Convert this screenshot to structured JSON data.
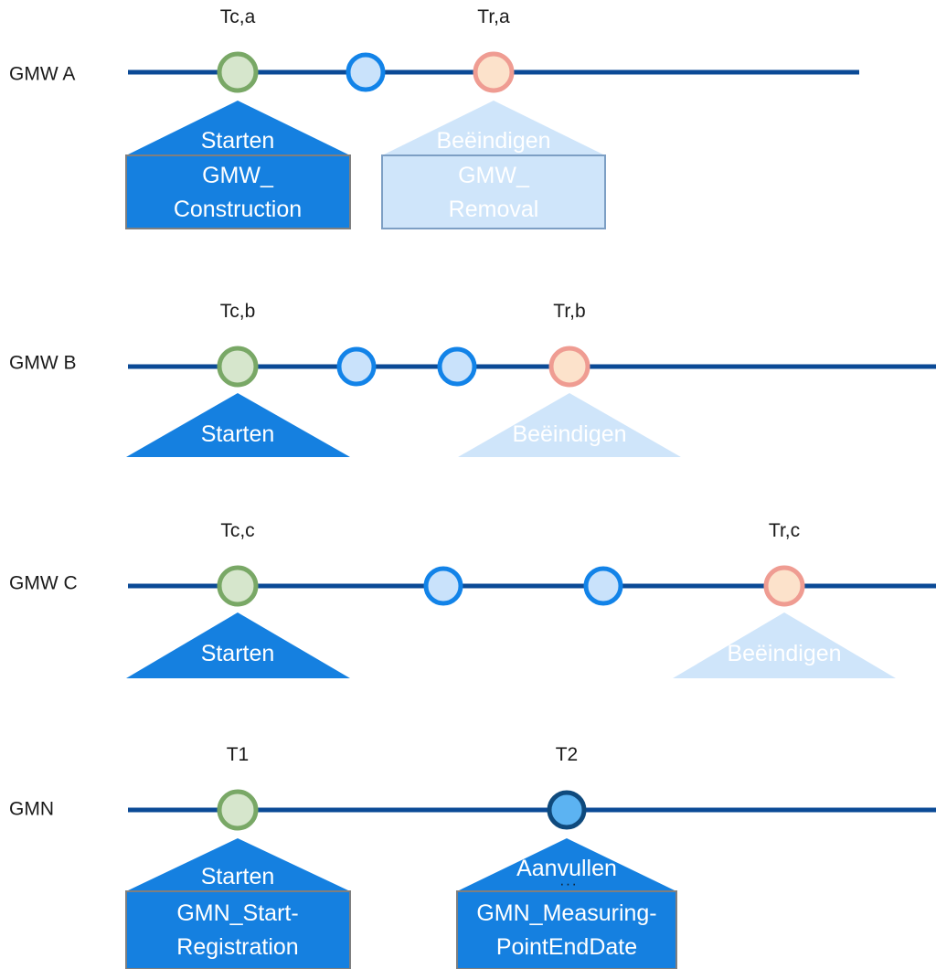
{
  "colors": {
    "timeline": "#0b4a96",
    "green_stroke": "#79a866",
    "green_fill": "#d6e6cc",
    "blue_stroke": "#1283e8",
    "blue_fill": "#c9e2fb",
    "red_stroke": "#ef9c92",
    "red_fill": "#fce2cb",
    "navy_stroke": "#0f4a7d",
    "navy_fill": "#5cb3f2",
    "flag_solid": "#1580e0",
    "flag_light": "#cfe5fa",
    "box_border_solid": "#7f7f7f",
    "box_border_light": "#7d9fc4",
    "text_dark": "#1a1a1a",
    "text_white": "#ffffff"
  },
  "rows": [
    {
      "id": "gmw-a",
      "label": "GMW A",
      "markers": [
        {
          "name": "construction-marker",
          "kind": "green",
          "time_label": "Tc,a"
        },
        {
          "name": "intermediate-marker",
          "kind": "blue"
        },
        {
          "name": "removal-marker",
          "kind": "red",
          "time_label": "Tr,a"
        }
      ],
      "flags": [
        {
          "name": "flag-starten-a",
          "title": "Starten",
          "box": "GMW_\nConstruction",
          "box_line1": "GMW_",
          "box_line2": "Construction",
          "style": "solid"
        },
        {
          "name": "flag-beeindigen-a",
          "title": "Beëindigen",
          "box_line1": "GMW_",
          "box_line2": "Removal",
          "style": "light"
        }
      ]
    },
    {
      "id": "gmw-b",
      "label": "GMW B",
      "markers": [
        {
          "name": "construction-marker",
          "kind": "green",
          "time_label": "Tc,b"
        },
        {
          "name": "intermediate-marker-1",
          "kind": "blue"
        },
        {
          "name": "intermediate-marker-2",
          "kind": "blue"
        },
        {
          "name": "removal-marker",
          "kind": "red",
          "time_label": "Tr,b"
        }
      ],
      "flags": [
        {
          "name": "flag-starten-b",
          "title": "Starten",
          "style": "solid"
        },
        {
          "name": "flag-beeindigen-b",
          "title": "Beëindigen",
          "style": "light"
        }
      ]
    },
    {
      "id": "gmw-c",
      "label": "GMW C",
      "markers": [
        {
          "name": "construction-marker",
          "kind": "green",
          "time_label": "Tc,c"
        },
        {
          "name": "intermediate-marker-1",
          "kind": "blue"
        },
        {
          "name": "intermediate-marker-2",
          "kind": "blue"
        },
        {
          "name": "removal-marker",
          "kind": "red",
          "time_label": "Tr,c"
        }
      ],
      "flags": [
        {
          "name": "flag-starten-c",
          "title": "Starten",
          "style": "solid"
        },
        {
          "name": "flag-beeindigen-c",
          "title": "Beëindigen",
          "style": "light"
        }
      ]
    },
    {
      "id": "gmn",
      "label": "GMN",
      "markers": [
        {
          "name": "start-registration-marker",
          "kind": "green",
          "time_label": "T1"
        },
        {
          "name": "measuring-point-marker",
          "kind": "navy",
          "time_label": "T2"
        }
      ],
      "flags": [
        {
          "name": "flag-starten-gmn",
          "title": "Starten",
          "box_line1": "GMN_Start-",
          "box_line2": "Registration",
          "style": "solid"
        },
        {
          "name": "flag-aanvullen-gmn",
          "title": "Aanvullen",
          "subtitle": "···",
          "box_line1": "GMN_Measuring-",
          "box_line2": "PointEndDate",
          "style": "solid"
        }
      ]
    }
  ]
}
